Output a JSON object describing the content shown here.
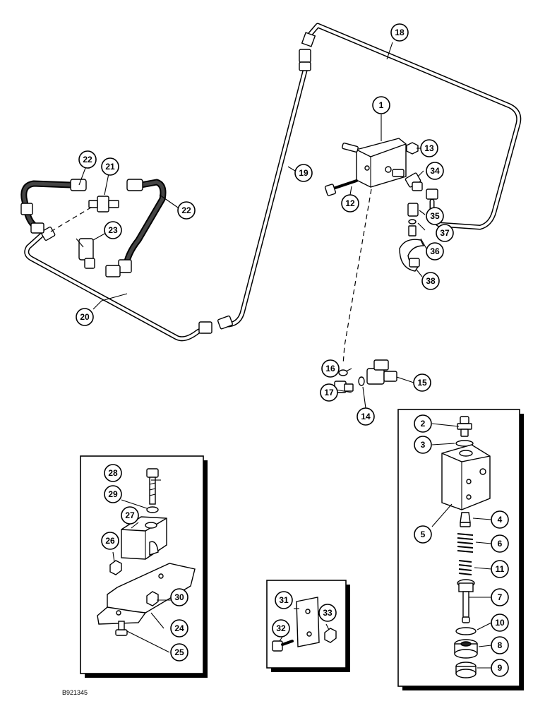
{
  "drawing_code": "B921345",
  "callouts": [
    "1",
    "2",
    "3",
    "4",
    "5",
    "6",
    "7",
    "8",
    "9",
    "10",
    "11",
    "12",
    "13",
    "14",
    "15",
    "16",
    "17",
    "18",
    "19",
    "20",
    "21",
    "22",
    "22",
    "23",
    "24",
    "25",
    "26",
    "27",
    "28",
    "29",
    "30",
    "31",
    "32",
    "33",
    "34",
    "35",
    "36",
    "37",
    "38"
  ]
}
